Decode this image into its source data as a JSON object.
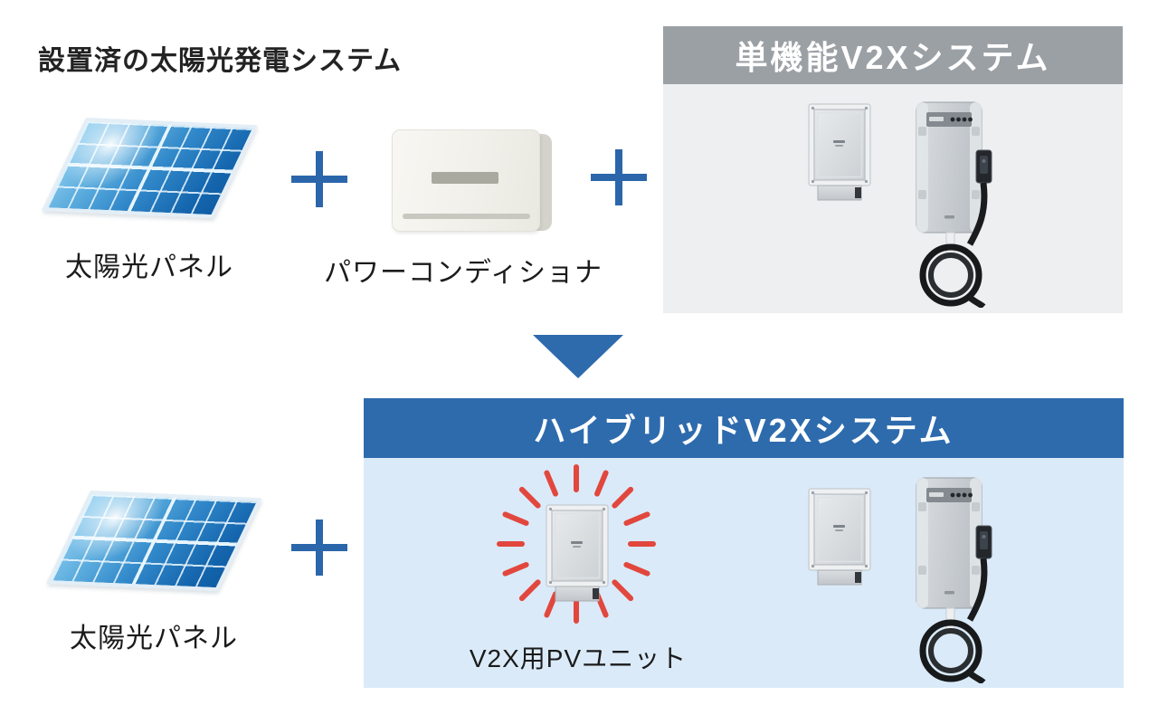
{
  "colors": {
    "accent_blue": "#2e6bad",
    "plus_blue": "#2b66ab",
    "gray_header_bg": "#9ba0a5",
    "gray_body_bg": "#edeff1",
    "blue_header_bg": "#2e6bad",
    "blue_body_bg": "#daeaf8",
    "ray_red": "#e2473d"
  },
  "existing_system": {
    "title": "設置済の太陽光発電システム",
    "solar_panel_label": "太陽光パネル",
    "power_conditioner_label": "パワーコンディショナ"
  },
  "single_function_v2x": {
    "title": "単機能V2Xシステム"
  },
  "hybrid_v2x": {
    "title": "ハイブリッドV2Xシステム",
    "pv_unit_label": "V2X用PVユニット"
  },
  "bottom_section": {
    "solar_panel_label": "太陽光パネル"
  }
}
